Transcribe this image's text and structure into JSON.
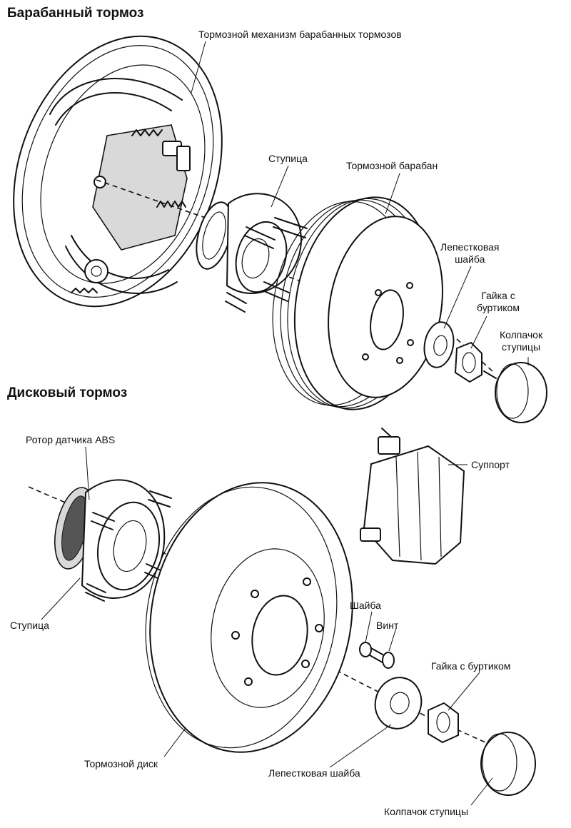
{
  "drum_section": {
    "title": "Барабанный тормоз",
    "labels": {
      "mechanism": "Тормозной механизм барабанных тормозов",
      "hub": "Ступица",
      "drum": "Тормозной барабан",
      "tab_washer": "Лепестковая\nшайба",
      "collar_nut": "Гайка с\nбуртиком",
      "hub_cap": "Колпачок\nступицы"
    }
  },
  "disc_section": {
    "title": "Дисковый тормоз",
    "labels": {
      "abs_rotor": "Ротор датчика ABS",
      "caliper": "Суппорт",
      "hub": "Ступица",
      "washer": "Шайба",
      "screw": "Винт",
      "collar_nut": "Гайка с буртиком",
      "disc": "Тормозной диск",
      "tab_washer": "Лепестковая шайба",
      "hub_cap": "Колпачок ступицы"
    }
  }
}
